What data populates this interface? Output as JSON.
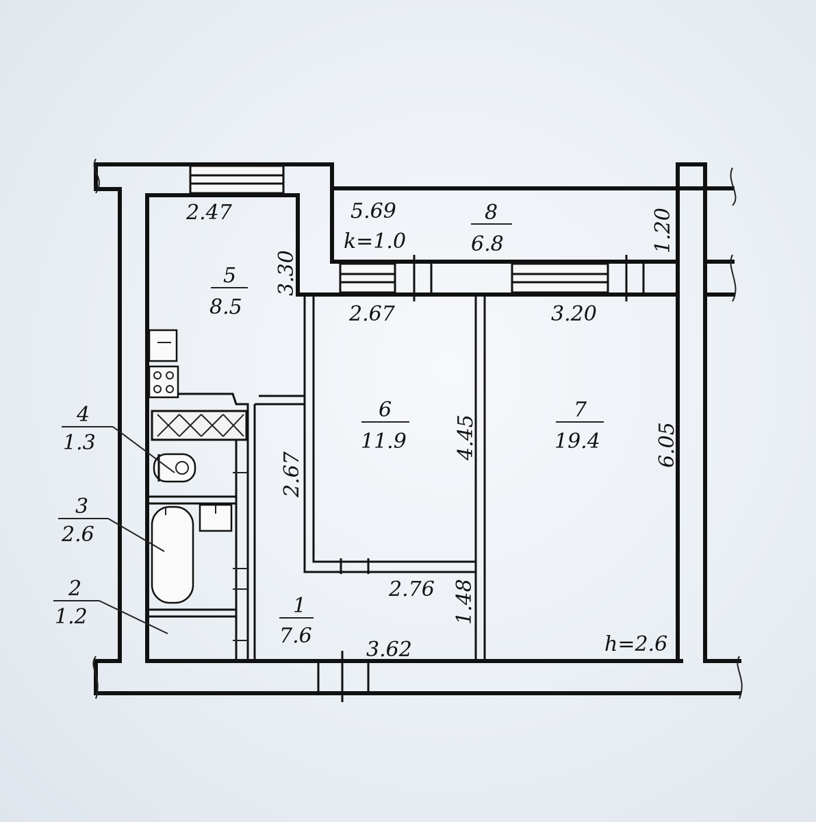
{
  "rooms": [
    {
      "id": "1",
      "area": "7.6"
    },
    {
      "id": "2",
      "area": "1.2"
    },
    {
      "id": "3",
      "area": "2.6"
    },
    {
      "id": "4",
      "area": "1.3"
    },
    {
      "id": "5",
      "area": "8.5"
    },
    {
      "id": "6",
      "area": "11.9"
    },
    {
      "id": "7",
      "area": "19.4"
    },
    {
      "id": "8",
      "area": "6.8"
    }
  ],
  "dimensions": {
    "kitchen_width": "2.47",
    "kitchen_depth": "3.30",
    "balcony_length": "5.69",
    "balcony_coefficient": "k=1.0",
    "balcony_depth": "1.20",
    "room6_width": "2.67",
    "room6_depth": "4.45",
    "room7_width": "3.20",
    "room7_depth": "6.05",
    "hall_depth": "2.67",
    "hall_width": "2.76",
    "hall_small": "1.48",
    "bottom_width": "3.62",
    "ceiling_height": "h=2.6"
  }
}
